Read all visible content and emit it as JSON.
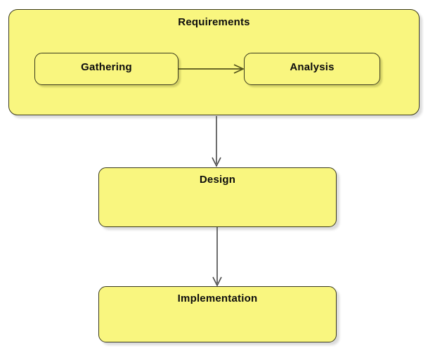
{
  "diagram": {
    "type": "flowchart",
    "nodes": {
      "requirements": {
        "label": "Requirements",
        "kind": "container"
      },
      "gathering": {
        "label": "Gathering",
        "kind": "sub-step",
        "parent": "requirements"
      },
      "analysis": {
        "label": "Analysis",
        "kind": "sub-step",
        "parent": "requirements"
      },
      "design": {
        "label": "Design",
        "kind": "step"
      },
      "implementation": {
        "label": "Implementation",
        "kind": "step"
      }
    },
    "edges": [
      {
        "from": "gathering",
        "to": "analysis",
        "direction": "right"
      },
      {
        "from": "requirements",
        "to": "design",
        "direction": "down"
      },
      {
        "from": "design",
        "to": "implementation",
        "direction": "down"
      }
    ],
    "colors": {
      "background": "#ffffff",
      "node_fill": "#f9f67f",
      "node_border": "#3a3a1e",
      "label_text": "#0d0d0d",
      "edge_horizontal": "#54541c",
      "edge_vertical": "#4a4a4a"
    }
  }
}
